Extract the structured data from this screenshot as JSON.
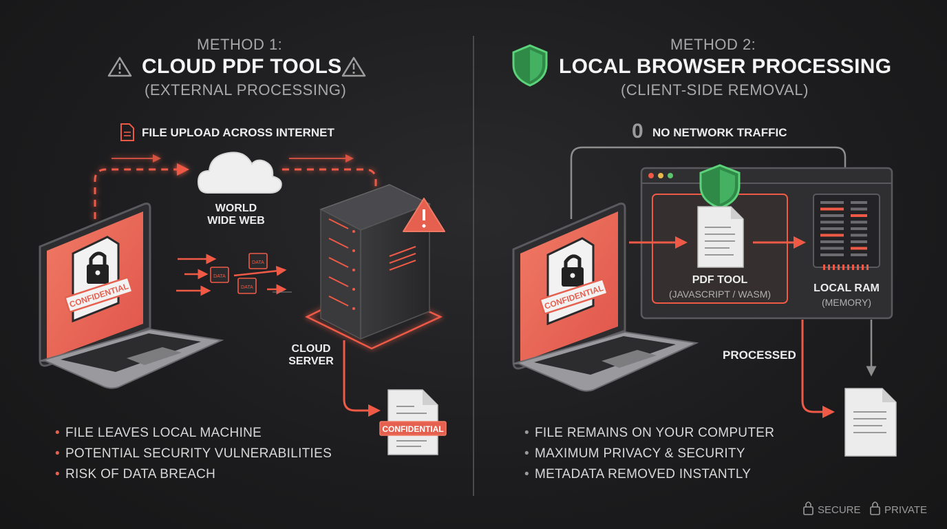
{
  "left": {
    "method": "METHOD 1:",
    "title": "CLOUD PDF TOOLS",
    "subtitle": "(EXTERNAL PROCESSING)",
    "upload_label": "FILE UPLOAD ACROSS INTERNET",
    "cloud_label_line1": "WORLD",
    "cloud_label_line2": "WIDE WEB",
    "server_label_line1": "CLOUD",
    "server_label_line2": "SERVER",
    "laptop_stamp": "CONFIDENTIAL",
    "output_stamp": "CONFIDENTIAL",
    "data_packet": "DATA",
    "bullets": [
      "FILE LEAVES LOCAL MACHINE",
      "POTENTIAL SECURITY VULNERABILITIES",
      "RISK OF DATA BREACH"
    ]
  },
  "right": {
    "method": "METHOD 2:",
    "title": "LOCAL BROWSER PROCESSING",
    "subtitle": "(CLIENT-SIDE REMOVAL)",
    "traffic_count": "0",
    "traffic_label": "NO NETWORK TRAFFIC",
    "tool_label": "PDF TOOL",
    "tool_sub": "(JAVASCRIPT / WASM)",
    "ram_label": "LOCAL RAM",
    "ram_sub": "(MEMORY)",
    "processed_label": "PROCESSED",
    "laptop_stamp": "CONFIDENTIAL",
    "bullets": [
      "FILE REMAINS ON YOUR COMPUTER",
      "MAXIMUM PRIVACY & SECURITY",
      "METADATA REMOVED INSTANTLY"
    ]
  },
  "footer": {
    "secure": "SECURE",
    "private": "PRIVATE"
  },
  "colors": {
    "accent_red": "#e5604f",
    "accent_green": "#3fae5a",
    "panel_grey": "#3a3a3d"
  },
  "icons": [
    "warning-icon",
    "shield-icon",
    "lock-icon",
    "cloud-icon",
    "server-icon",
    "document-icon",
    "memory-icon",
    "laptop-icon"
  ]
}
